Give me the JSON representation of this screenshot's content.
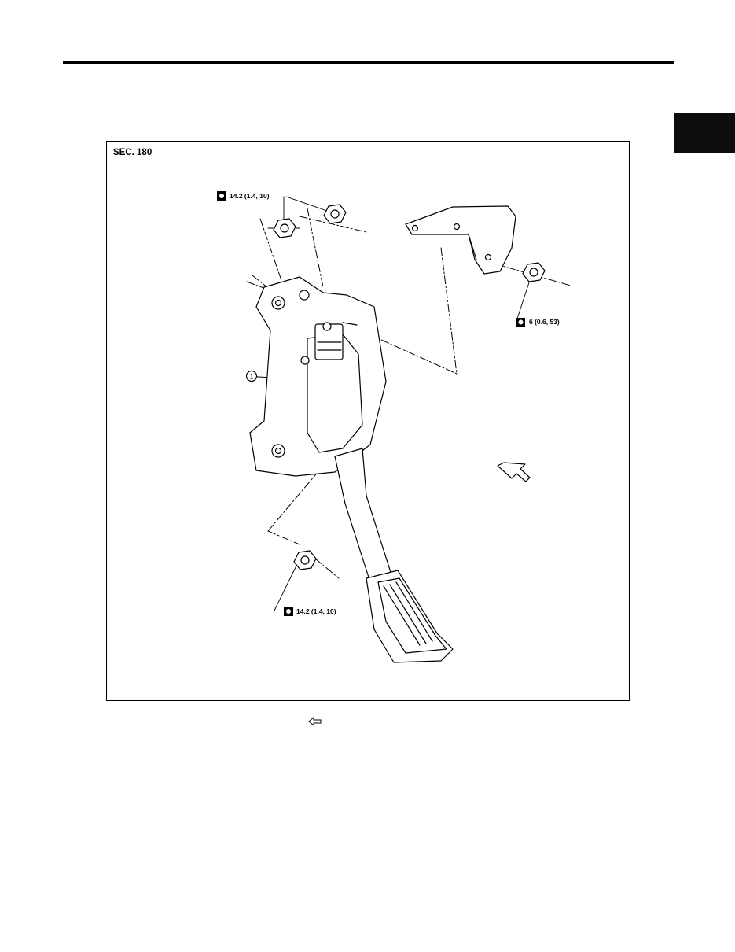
{
  "figure": {
    "section_label": "SEC. 180",
    "item_number": "1",
    "torque_specs": {
      "upper_nuts": "14.2 (1.4, 10)",
      "bracket_nut": "6 (0.6, 53)",
      "lower_nut": "14.2 (1.4, 10)"
    },
    "icons": {
      "torque_icon": "torque-wrench-icon",
      "sealant_icon": "sealant-icon",
      "front_arrow": "vehicle-front-arrow-icon"
    }
  },
  "footer": {
    "front_arrow_icon": "left-arrow-outline-icon"
  }
}
